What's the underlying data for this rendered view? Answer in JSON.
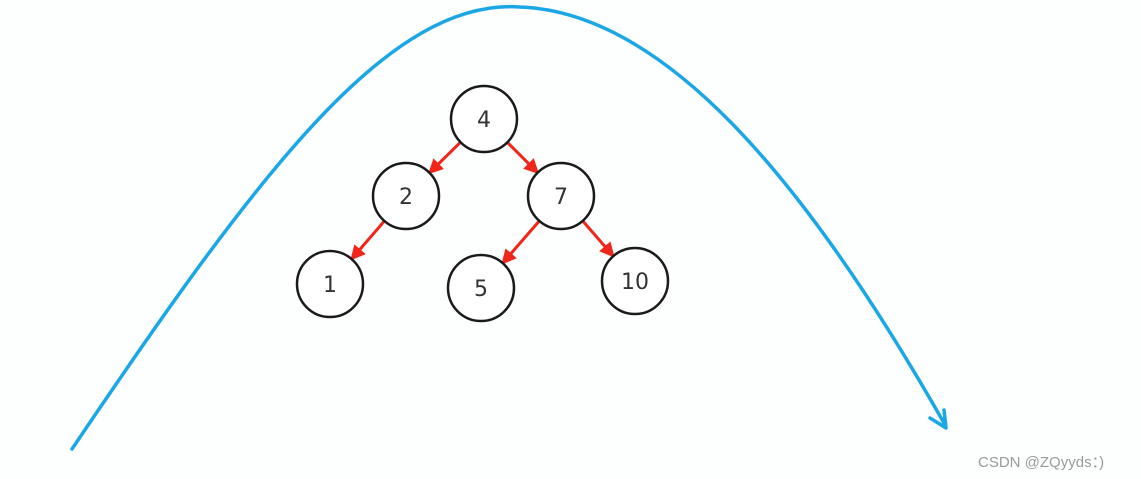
{
  "tree": {
    "nodes": [
      {
        "id": "n4",
        "label": "4"
      },
      {
        "id": "n2",
        "label": "2"
      },
      {
        "id": "n7",
        "label": "7"
      },
      {
        "id": "n1",
        "label": "1"
      },
      {
        "id": "n5",
        "label": "5"
      },
      {
        "id": "n10",
        "label": "10"
      }
    ],
    "edges": [
      {
        "from": "n4",
        "to": "n2"
      },
      {
        "from": "n4",
        "to": "n7"
      },
      {
        "from": "n2",
        "to": "n1"
      },
      {
        "from": "n7",
        "to": "n5"
      },
      {
        "from": "n7",
        "to": "n10"
      }
    ]
  },
  "colors": {
    "background": "#fdfefe",
    "traversal_arrow": "#1ba7e6",
    "edge_arrow": "#f0261b",
    "node_stroke": "#1a1a1a",
    "node_fill": "#ffffff",
    "node_text": "#333333",
    "watermark": "#9a9a9a"
  },
  "watermark": {
    "text": "CSDN @ZQyyds：)"
  }
}
